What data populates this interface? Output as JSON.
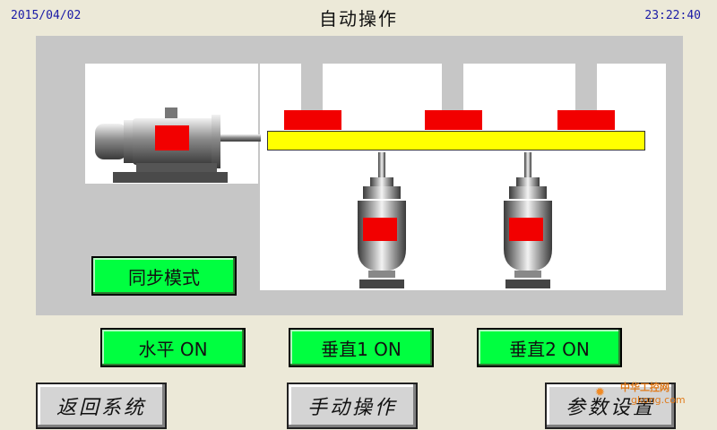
{
  "header": {
    "date": "2015/04/02",
    "title": "自动操作",
    "time": "23:22:40"
  },
  "mode_indicator": {
    "label": "同步模式"
  },
  "status_buttons": [
    {
      "label": "水平 ON"
    },
    {
      "label": "垂直1 ON"
    },
    {
      "label": "垂直2 ON"
    }
  ],
  "nav_buttons": [
    {
      "label": "返回系统"
    },
    {
      "label": "手动操作"
    },
    {
      "label": "参数设置"
    }
  ],
  "watermark": {
    "line1": "中华工控网",
    "line2": "gkong.com"
  },
  "colors": {
    "on_green": "#00ff40",
    "motor_status_red": "#f20000",
    "beam_yellow": "#ffff00",
    "date_time_blue": "#1a1aa6"
  }
}
